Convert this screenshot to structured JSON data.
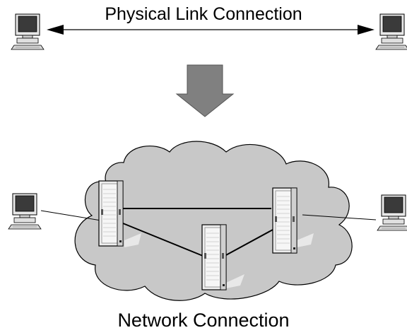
{
  "diagram": {
    "top_label": "Physical Link Connection",
    "bottom_label": "Network Connection",
    "icons": {
      "terminal": "desktop-computer-icon",
      "server": "server-rack-icon",
      "cloud": "network-cloud",
      "transition_arrow": "down-arrow-icon"
    },
    "colors": {
      "cloud_fill": "#c8c8c8",
      "arrow_fill": "#808080",
      "screen": "#3a3a3a",
      "server_body": "#e6e6e6",
      "lines": "#000000"
    }
  }
}
